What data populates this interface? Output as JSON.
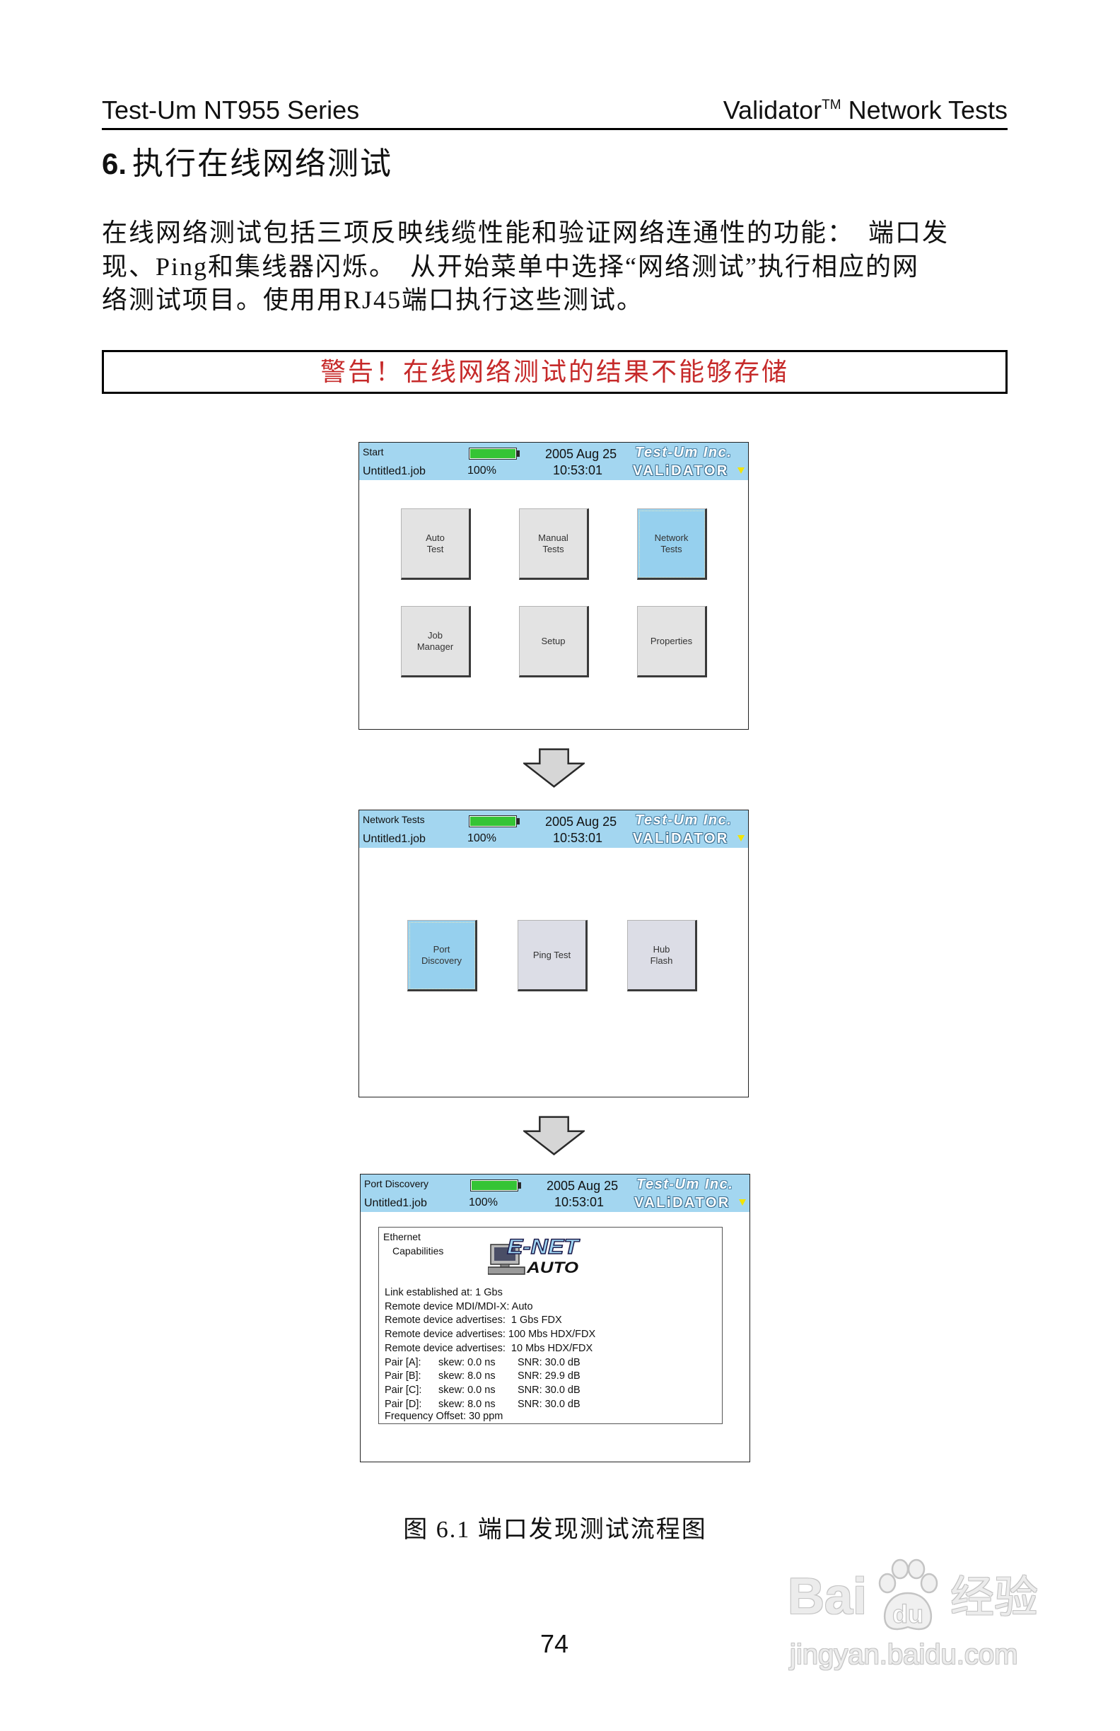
{
  "header": {
    "left": "Test-Um NT955 Series",
    "right_brand": "Validator",
    "right_tm": "TM",
    "right_rest": "Network Tests"
  },
  "section": {
    "number": "6.",
    "title": "执行在线网络测试"
  },
  "intro": {
    "lines": [
      "在线网络测试包括三项反映线缆性能和验证网络连通性的功能：　端口发",
      "现、Ping和集线器闪烁。　从开始菜单中选择“网络测试”执行相应的网",
      "络测试项目。使用用RJ45端口执行这些测试。"
    ]
  },
  "warning": {
    "text": "警告！在线网络测试的结果不能够存储",
    "color": "#c62a2a"
  },
  "figure": {
    "screens": [
      {
        "title": "Start",
        "job": "Untitled1.job",
        "battery": "100%",
        "battery_fill": 1.0,
        "date": "2005 Aug 25",
        "time": "10:53:01",
        "brand": "Test-Um Inc.",
        "product": "VALiDATOR",
        "buttons": [
          {
            "lines": [
              "Auto",
              "Test"
            ],
            "selected": false
          },
          {
            "lines": [
              "Manual",
              "Tests"
            ],
            "selected": false
          },
          {
            "lines": [
              "Network",
              "Tests"
            ],
            "selected": true
          },
          {
            "lines": [
              "Job",
              "Manager"
            ],
            "selected": false
          },
          {
            "lines": [
              "Setup"
            ],
            "selected": false
          },
          {
            "lines": [
              "Properties"
            ],
            "selected": false
          }
        ]
      },
      {
        "title": "Network Tests",
        "job": "Untitled1.job",
        "battery": "100%",
        "battery_fill": 1.0,
        "date": "2005 Aug 25",
        "time": "10:53:01",
        "brand": "Test-Um Inc.",
        "product": "VALiDATOR",
        "buttons": [
          {
            "lines": [
              "Port",
              "Discovery"
            ],
            "selected": true
          },
          {
            "lines": [
              "Ping Test"
            ],
            "selected": false
          },
          {
            "lines": [
              "Hub",
              "Flash"
            ],
            "selected": false
          }
        ]
      },
      {
        "title": "Port Discovery",
        "job": "Untitled1.job",
        "battery": "100%",
        "battery_fill": 1.0,
        "date": "2005 Aug 25",
        "time": "10:53:01",
        "brand": "Test-Um Inc.",
        "product": "VALiDATOR",
        "panel": {
          "heading1": "Ethernet",
          "heading2": "Capabilities",
          "logo_top": "E-NET",
          "logo_bottom": "AUTO",
          "link": "Link established at: 1 Gbs",
          "mdi": "Remote device MDI/MDI-X: Auto",
          "adverts": [
            "Remote device advertises:  1 Gbs FDX",
            "Remote device advertises: 100 Mbs HDX/FDX",
            "Remote device advertises:  10 Mbs HDX/FDX"
          ],
          "pairs": [
            {
              "label": "Pair [A]:",
              "skew": "skew: 0.0 ns",
              "snr": "SNR: 30.0 dB"
            },
            {
              "label": "Pair [B]:",
              "skew": "skew: 8.0 ns",
              "snr": "SNR: 29.9 dB"
            },
            {
              "label": "Pair [C]:",
              "skew": "skew: 0.0 ns",
              "snr": "SNR: 30.0 dB"
            },
            {
              "label": "Pair [D]:",
              "skew": "skew: 8.0 ns",
              "snr": "SNR: 30.0 dB"
            }
          ],
          "frequency": "Frequency Offset: 30 ppm"
        }
      }
    ],
    "caption": "图 6.1 端口发现测试流程图"
  },
  "page_number": "74",
  "watermark": {
    "brand_a": "Bai",
    "brand_b": "du",
    "brand_cn": "经验",
    "url": "jingyan.baidu.com"
  },
  "colors": {
    "screen_bar": "#a3d6f0",
    "selected_button": "#96d0ee",
    "battery": "#35c435",
    "warning_text": "#c62a2a"
  },
  "icons": [
    "down-arrow-icon",
    "computer-icon",
    "battery-icon",
    "dropdown-triangle-icon",
    "paw-icon"
  ]
}
